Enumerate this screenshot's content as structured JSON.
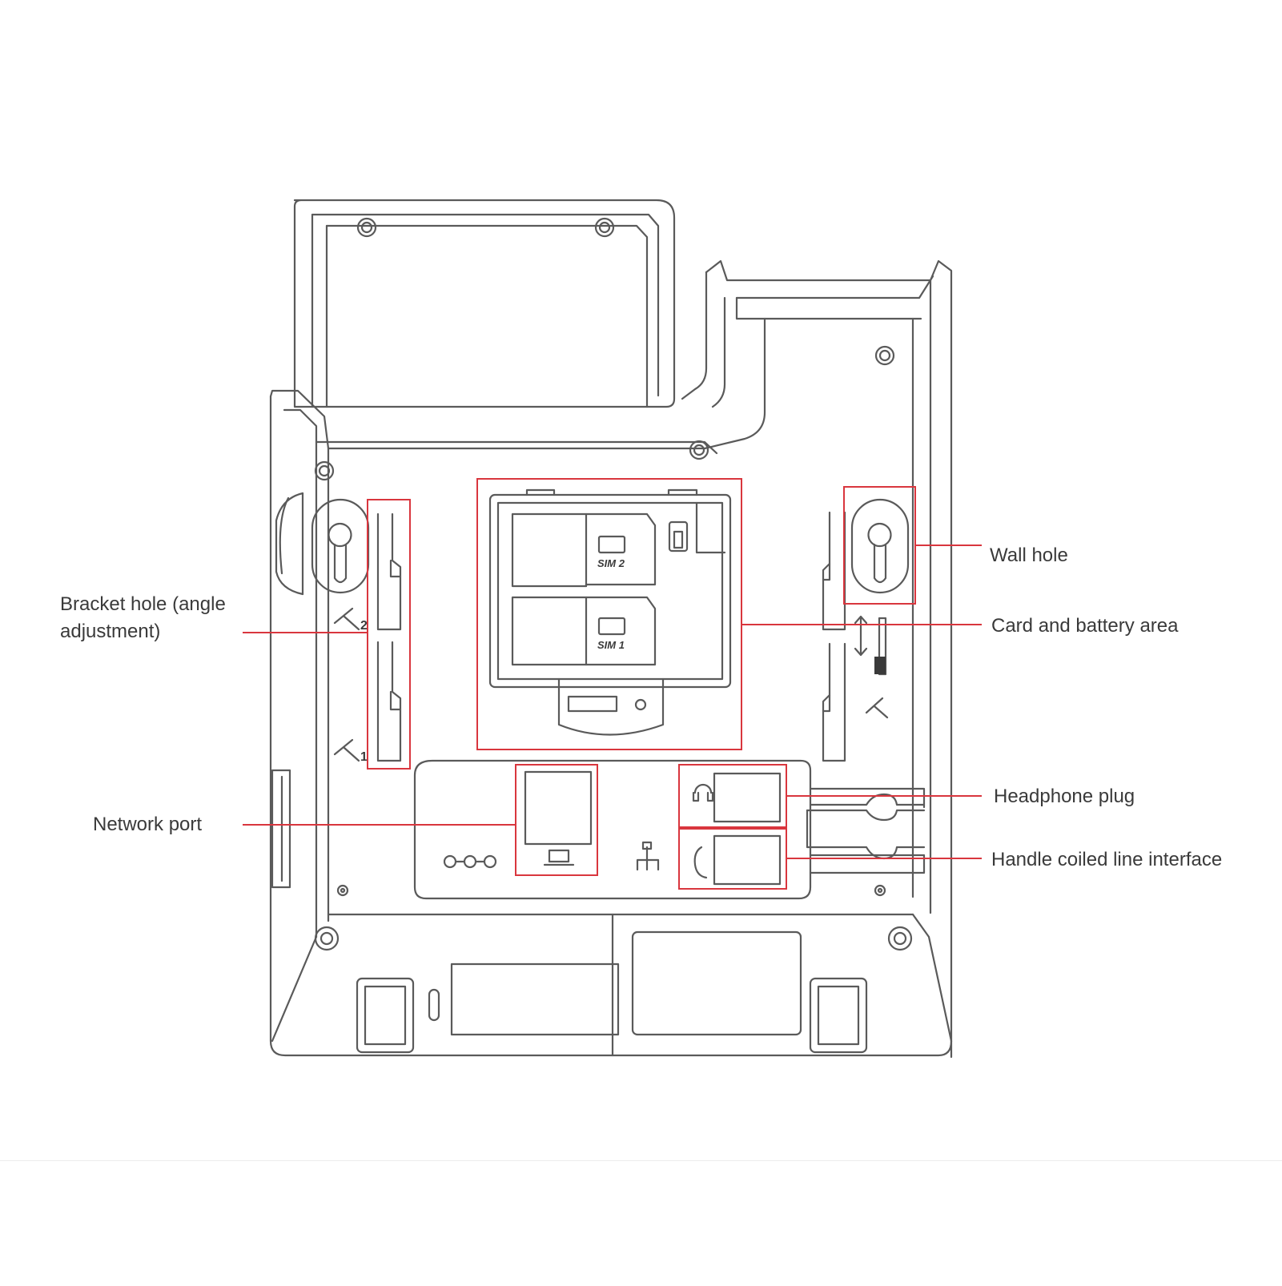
{
  "labels": {
    "bracket_hole_line1": "Bracket hole (angle",
    "bracket_hole_line2": "adjustment)",
    "network_port": "Network port",
    "wall_hole": "Wall hole",
    "card_battery_area": "Card and battery area",
    "headphone_plug": "Headphone plug",
    "handle_coiled_line": "Handle coiled line interface"
  },
  "device_marks": {
    "sim2": "SIM 2",
    "sim1": "SIM 1",
    "angle_2": "2",
    "angle_1": "1"
  },
  "colors": {
    "outline": "#5a5a5a",
    "highlight": "#d9363e",
    "label_text": "#3a3a3a"
  }
}
